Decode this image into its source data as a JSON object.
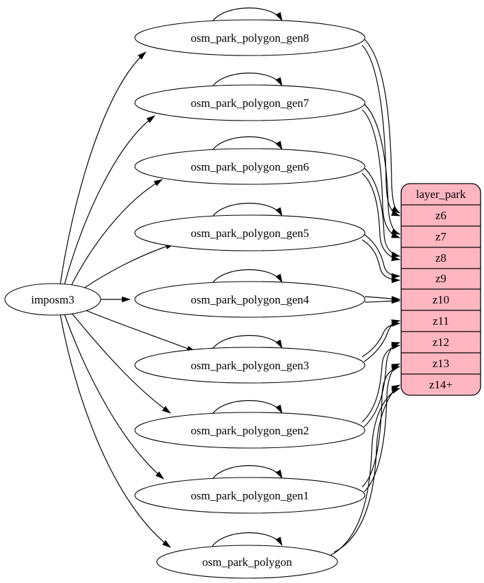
{
  "diagram": {
    "type": "etl-graph",
    "source": {
      "label": "imposm3"
    },
    "nodes": [
      {
        "id": "gen8",
        "label": "osm_park_polygon_gen8",
        "outputs": [
          "z6"
        ]
      },
      {
        "id": "gen7",
        "label": "osm_park_polygon_gen7",
        "outputs": [
          "z7"
        ]
      },
      {
        "id": "gen6",
        "label": "osm_park_polygon_gen6",
        "outputs": [
          "z8"
        ]
      },
      {
        "id": "gen5",
        "label": "osm_park_polygon_gen5",
        "outputs": [
          "z9"
        ]
      },
      {
        "id": "gen4",
        "label": "osm_park_polygon_gen4",
        "outputs": [
          "z10"
        ]
      },
      {
        "id": "gen3",
        "label": "osm_park_polygon_gen3",
        "outputs": [
          "z11"
        ]
      },
      {
        "id": "gen2",
        "label": "osm_park_polygon_gen2",
        "outputs": [
          "z12"
        ]
      },
      {
        "id": "gen1",
        "label": "osm_park_polygon_gen1",
        "outputs": [
          "z13"
        ]
      },
      {
        "id": "polygon",
        "label": "osm_park_polygon",
        "outputs": [
          "z14+"
        ]
      }
    ],
    "layer_table": {
      "title": "layer_park",
      "rows": [
        "z6",
        "z7",
        "z8",
        "z9",
        "z10",
        "z11",
        "z12",
        "z13",
        "z14+"
      ]
    },
    "edges": {
      "from_source": [
        "gen8",
        "gen7",
        "gen6",
        "gen5",
        "gen4",
        "gen3",
        "gen2",
        "gen1",
        "polygon"
      ],
      "self_loops": [
        "gen8",
        "gen7",
        "gen6",
        "gen5",
        "gen4",
        "gen3",
        "gen2",
        "gen1",
        "polygon"
      ]
    },
    "colors": {
      "table_fill": "#ffb6c1",
      "node_fill": "#ffffff",
      "edge": "#000000",
      "text": "#000000",
      "background": "#ffffff"
    }
  }
}
